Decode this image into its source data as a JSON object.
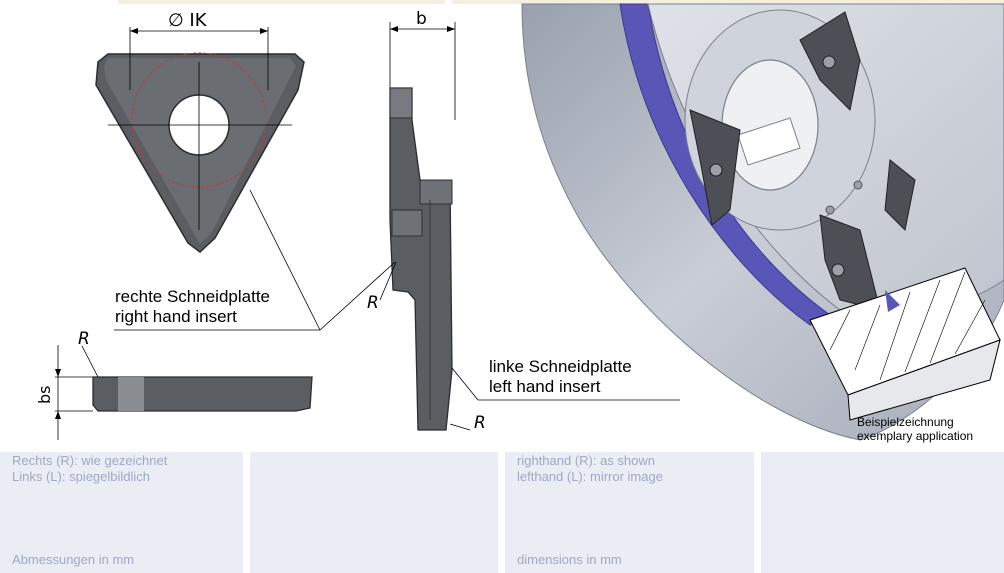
{
  "drawing": {
    "dim_diameter": "∅ IK",
    "dim_width": "b",
    "dim_height": "bs",
    "radius_symbol": "R",
    "right_insert_de": "rechte Schneidplatte",
    "right_insert_en": "right hand insert",
    "left_insert_de": "linke Schneidplatte",
    "left_insert_en": "left hand insert",
    "example_de": "Beispielzeichnung",
    "example_en": "exemplary application"
  },
  "notes": {
    "de_line1": "Rechts (R): wie gezeichnet",
    "de_line2": "Links (L): spiegelbildlich",
    "de_units": "Abmessungen in mm",
    "en_line1": "righthand (R): as shown",
    "en_line2": "lefthand (L): mirror image",
    "en_units": "dimensions in mm"
  },
  "colors": {
    "insert_dark": "#5a5d62",
    "tool_body": "#b4bac4",
    "accent_blue": "#5a56b8",
    "panel_bg": "#eaedf3",
    "panel_text": "#9ea9c6"
  }
}
